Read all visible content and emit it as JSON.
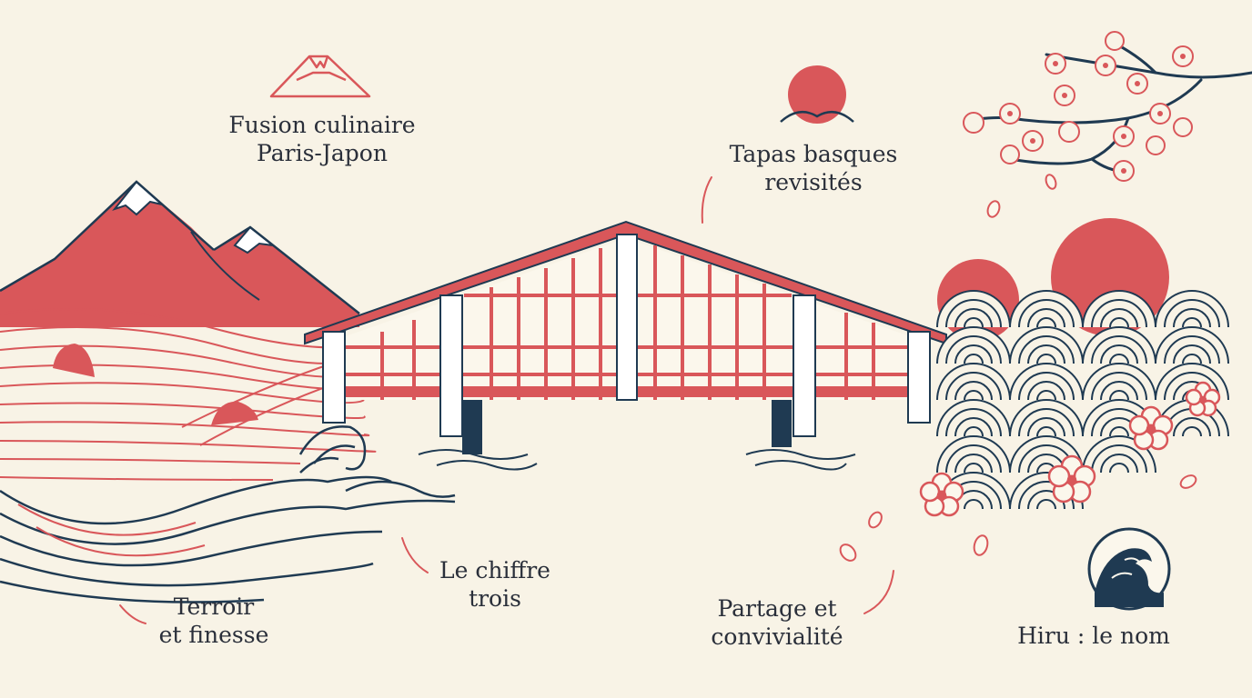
{
  "colors": {
    "background": "#f8f3e6",
    "red": "#d9575a",
    "navy": "#1f3a52",
    "text": "#2a2f3a"
  },
  "icons": [
    "mount-fuji-icon",
    "rising-sun-icon",
    "wave-seal-icon"
  ],
  "labels": {
    "fusion": {
      "line1": "Fusion culinaire",
      "line2": "Paris-Japon"
    },
    "tapas": {
      "line1": "Tapas basques",
      "line2": "revisités"
    },
    "terroir": {
      "line1": "Terroir",
      "line2": "et finesse"
    },
    "chiffre": {
      "line1": "Le chiffre",
      "line2": "trois"
    },
    "partage": {
      "line1": "Partage et",
      "line2": "convivialité"
    },
    "hiru": {
      "line1": "Hiru : le nom"
    }
  }
}
